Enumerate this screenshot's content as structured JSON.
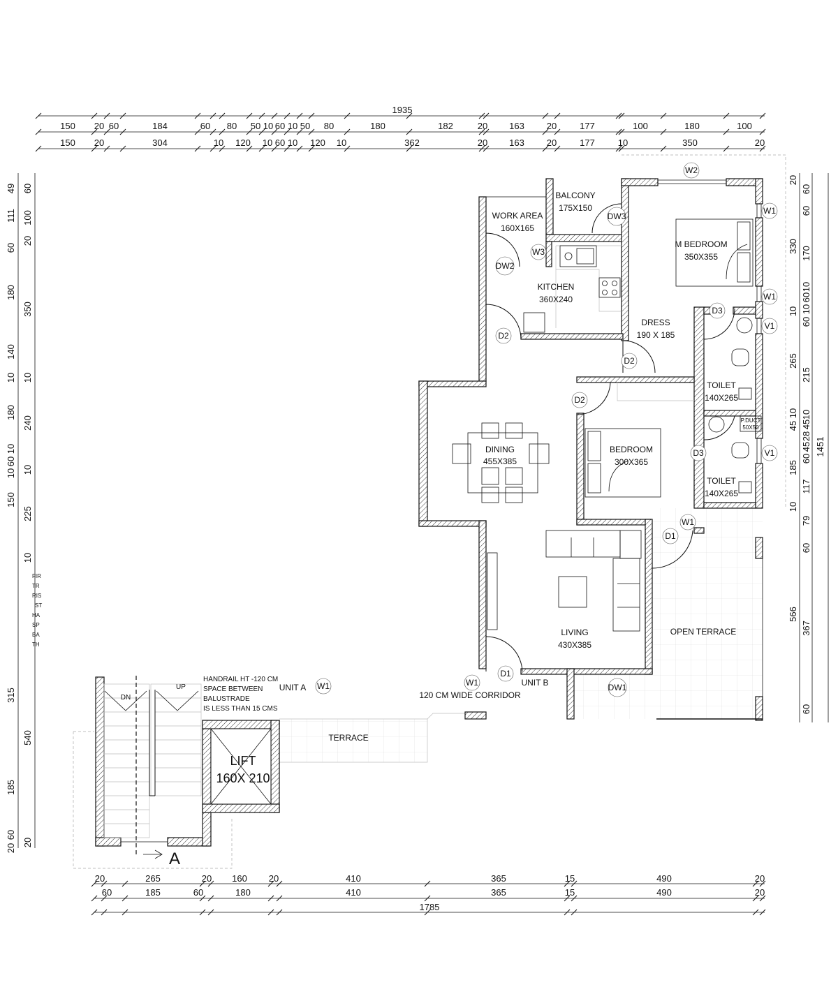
{
  "dims_top": {
    "total": "1935",
    "row1": [
      "150",
      "20",
      "60",
      "184",
      "60",
      "80",
      "50",
      "10",
      "60",
      "10",
      "50",
      "80",
      "180",
      "182",
      "20",
      "163",
      "20",
      "177",
      "100",
      "180",
      "100"
    ],
    "row2": [
      "150",
      "20",
      "304",
      "10",
      "120",
      "10",
      "60",
      "10",
      "120",
      "10",
      "362",
      "20",
      "163",
      "20",
      "177",
      "10",
      "350",
      "20"
    ]
  },
  "dims_bottom": {
    "row1": [
      "20",
      "265",
      "20",
      "160",
      "20",
      "410",
      "365",
      "15",
      "490",
      "20"
    ],
    "row2": [
      "60",
      "185",
      "60",
      "180",
      "410",
      "365",
      "15",
      "490",
      "20"
    ],
    "total": "1785"
  },
  "dims_left": {
    "outer": [
      "49",
      "111",
      "60",
      "180",
      "140",
      "10",
      "180",
      "10",
      "60",
      "10",
      "150",
      "10",
      "315",
      "185",
      "60",
      "20"
    ],
    "inner": [
      "60",
      "100",
      "20",
      "350",
      "10",
      "240",
      "10",
      "225",
      "540",
      "20"
    ]
  },
  "dims_right": {
    "total": "1451",
    "outer": [
      "20",
      "330",
      "10",
      "265",
      "10",
      "45",
      "185",
      "10",
      "566",
      "60"
    ],
    "inner": [
      "60",
      "60",
      "170",
      "10",
      "60",
      "10",
      "60",
      "215",
      "10",
      "45",
      "28",
      "45",
      "60",
      "117",
      "79",
      "60",
      "367"
    ]
  },
  "rooms": {
    "work_area": {
      "name": "WORK AREA",
      "size": "160X165"
    },
    "balcony": {
      "name": "BALCONY",
      "size": "175X150"
    },
    "kitchen": {
      "name": "KITCHEN",
      "size": "360X240"
    },
    "m_bedroom": {
      "name": "M BEDROOM",
      "size": "350X355"
    },
    "dress": {
      "name": "DRESS",
      "size": "190 X 185"
    },
    "toilet_1": {
      "name": "TOILET",
      "size": "140X265"
    },
    "toilet_2": {
      "name": "TOILET",
      "size": "140X265"
    },
    "p_duct": {
      "name": "P.DUCT",
      "size": "50X50"
    },
    "dining": {
      "name": "DINING",
      "size": "455X385"
    },
    "bedroom": {
      "name": "BEDROOM",
      "size": "300X365"
    },
    "living": {
      "name": "LIVING",
      "size": "430X385"
    },
    "open_terrace": {
      "name": "OPEN TERRACE"
    },
    "terrace": {
      "name": "TERRACE"
    },
    "lift": {
      "name": "LIFT",
      "size": "160X 210"
    }
  },
  "tags": {
    "w2": "W2",
    "w1a": "W1",
    "w1b": "W1",
    "w3": "W3",
    "dw3": "DW3",
    "dw2": "DW2",
    "d2a": "D2",
    "d2b": "D2",
    "d2c": "D2",
    "d3a": "D3",
    "d3b": "D3",
    "v1a": "V1",
    "v1b": "V1",
    "w1c": "W1",
    "d1a": "D1",
    "d1b": "D1",
    "dw1": "DW1",
    "w1d": "W1",
    "w1e": "W1"
  },
  "labels": {
    "unit_a": "UNIT A",
    "unit_b": "UNIT B",
    "corridor": "120 CM WIDE CORRIDOR",
    "dn": "DN",
    "up": "UP",
    "handrail": [
      "HANDRAIL HT -120 CM",
      "SPACE BETWEEN",
      "BALUSTRADE",
      "IS LESS THAN 15 CMS"
    ],
    "section": "A",
    "fire_note": [
      "FIR",
      "TR",
      "RIS",
      "ST",
      "HA",
      "SP",
      "BA",
      "TH"
    ]
  }
}
